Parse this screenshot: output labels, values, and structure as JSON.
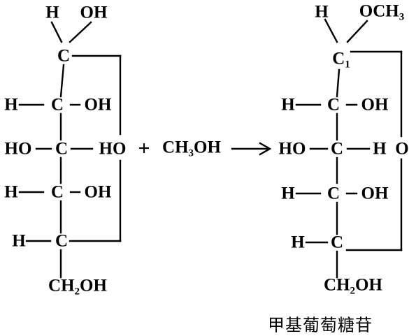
{
  "left": {
    "top_h": "H",
    "top_oh": "OH",
    "c1": "C",
    "r2": {
      "h": "H",
      "c": "C",
      "oh": "OH"
    },
    "r3": {
      "ho": "HO",
      "c": "C",
      "h": "HO"
    },
    "r4": {
      "h": "H",
      "c": "C",
      "oh": "OH"
    },
    "r5": {
      "h": "H",
      "c": "C"
    },
    "c6": {
      "a": "CH",
      "sub": "2",
      "b": "OH"
    }
  },
  "reaction": {
    "plus": "+",
    "reagent": {
      "a": "CH",
      "sub": "3",
      "b": "OH"
    }
  },
  "right": {
    "top_h": "H",
    "top_och": "OCH",
    "top_sub": "3",
    "c1": "C",
    "c1_sub": "1",
    "r2": {
      "h": "H",
      "c": "C",
      "oh": "OH"
    },
    "r3": {
      "ho": "HO",
      "c": "C",
      "h": "H",
      "o": "O"
    },
    "r4": {
      "h": "H",
      "c": "C",
      "oh": "OH"
    },
    "r5": {
      "h": "H",
      "c": "C"
    },
    "c6": {
      "a": "CH",
      "sub": "2",
      "b": "OH"
    }
  },
  "caption": "甲基葡萄糖苷"
}
